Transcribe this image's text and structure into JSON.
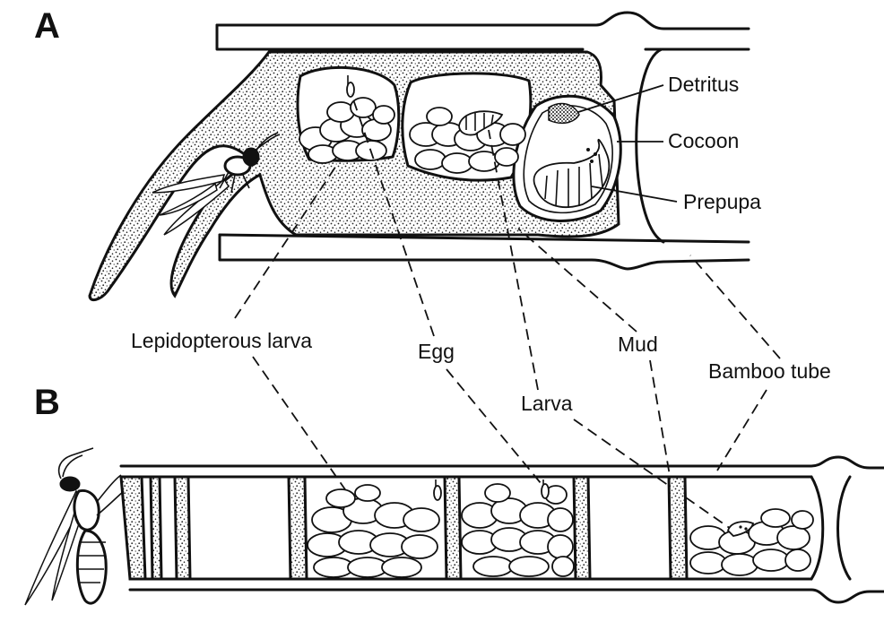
{
  "panels": {
    "a": "A",
    "b": "B"
  },
  "labels": {
    "detritus": "Detritus",
    "cocoon": "Cocoon",
    "prepupa": "Prepupa",
    "lepidopterous_larva": "Lepidopterous larva",
    "egg": "Egg",
    "mud": "Mud",
    "larva": "Larva",
    "bamboo_tube": "Bamboo tube"
  },
  "colors": {
    "ink": "#111111",
    "background": "#ffffff"
  }
}
